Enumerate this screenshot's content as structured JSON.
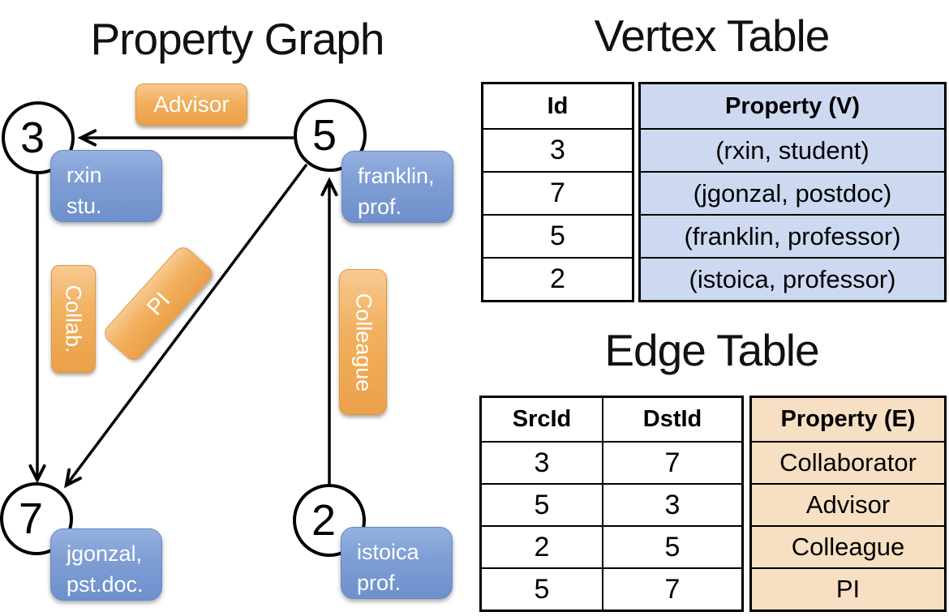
{
  "graph": {
    "title": "Property Graph",
    "nodes": [
      {
        "id": "3",
        "line1": "rxin",
        "line2": "stu."
      },
      {
        "id": "5",
        "line1": "franklin,",
        "line2": "prof."
      },
      {
        "id": "7",
        "line1": "jgonzal,",
        "line2": "pst.doc."
      },
      {
        "id": "2",
        "line1": "istoica",
        "line2": "prof."
      }
    ],
    "edges": [
      {
        "label": "Advisor"
      },
      {
        "label": "Collab."
      },
      {
        "label": "PI"
      },
      {
        "label": "Colleague"
      }
    ]
  },
  "vertex_table": {
    "title": "Vertex Table",
    "columns": {
      "id": "Id",
      "property": "Property (V)"
    },
    "rows": [
      {
        "id": "3",
        "property": "(rxin, student)"
      },
      {
        "id": "7",
        "property": "(jgonzal, postdoc)"
      },
      {
        "id": "5",
        "property": "(franklin, professor)"
      },
      {
        "id": "2",
        "property": "(istoica, professor)"
      }
    ]
  },
  "edge_table": {
    "title": "Edge Table",
    "columns": {
      "src": "SrcId",
      "dst": "DstId",
      "property": "Property (E)"
    },
    "rows": [
      {
        "src": "3",
        "dst": "7",
        "property": "Collaborator"
      },
      {
        "src": "5",
        "dst": "3",
        "property": "Advisor"
      },
      {
        "src": "2",
        "dst": "5",
        "property": "Colleague"
      },
      {
        "src": "5",
        "dst": "7",
        "property": "PI"
      }
    ]
  },
  "colors": {
    "ink": "#000000",
    "accent_orange": "#f0ab56",
    "accent_blue": "#7e9dd4",
    "table_vertex_fill": "#cdd9f0",
    "table_edge_fill": "#f7dfc3"
  }
}
